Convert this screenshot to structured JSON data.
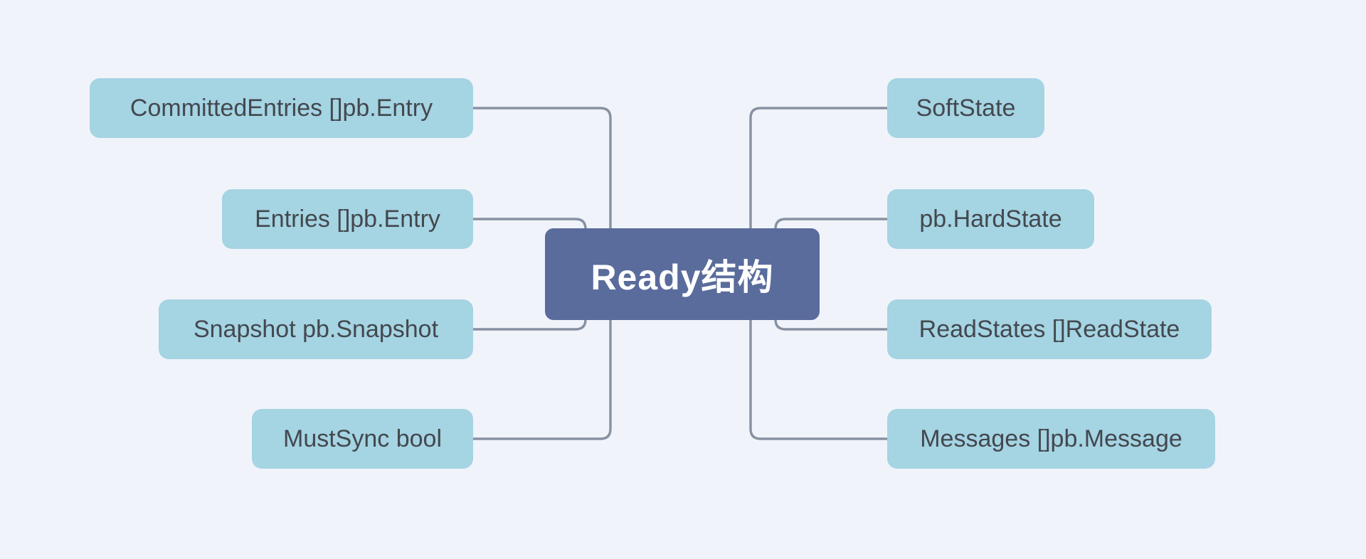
{
  "theme": {
    "canvas_bg": "#F0F4FA",
    "root_fill": "#5A6C9C",
    "root_text": "#FFFFFF",
    "leaf_fill": "#A5D4E3",
    "leaf_text": "#43484E",
    "connector": "#8791A2"
  },
  "mindmap": {
    "root": {
      "label": "Ready结构"
    },
    "left": [
      {
        "label": "CommittedEntries []pb.Entry"
      },
      {
        "label": "Entries []pb.Entry"
      },
      {
        "label": "Snapshot pb.Snapshot"
      },
      {
        "label": "MustSync bool"
      }
    ],
    "right": [
      {
        "label": "SoftState"
      },
      {
        "label": "pb.HardState"
      },
      {
        "label": "ReadStates []ReadState"
      },
      {
        "label": "Messages []pb.Message"
      }
    ]
  }
}
